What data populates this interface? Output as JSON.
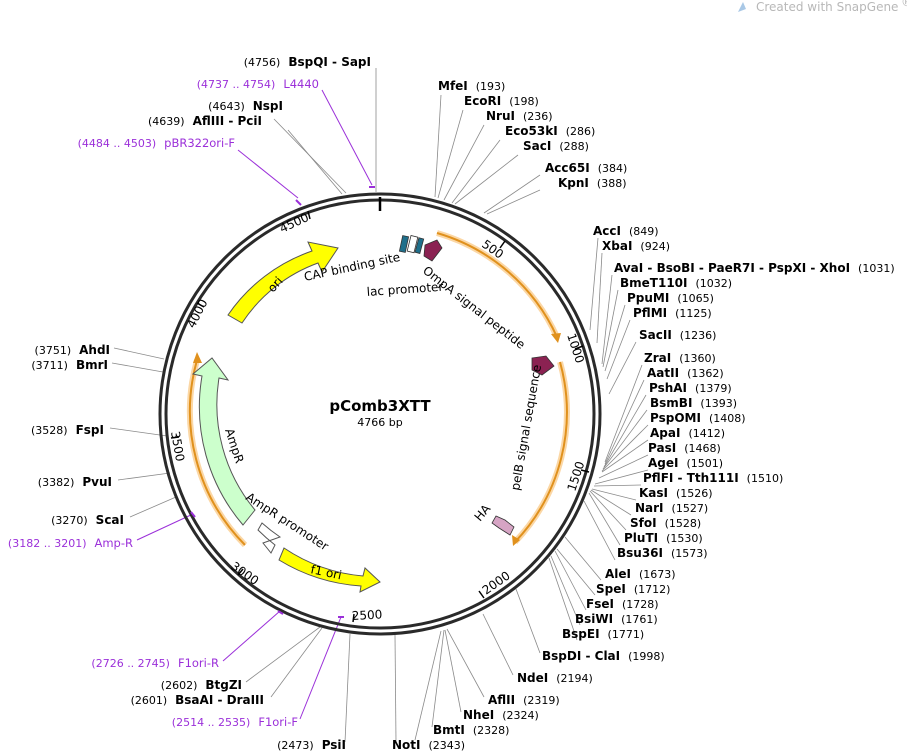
{
  "brand": {
    "text": "Created with SnapGene",
    "reg": "®",
    "accent": "#a9c8e6"
  },
  "plasmid": {
    "name": "pComb3XTT",
    "length_label": "4766 bp",
    "length": 4766
  },
  "ticks": [
    "500",
    "1000",
    "1500",
    "2000",
    "2500",
    "3000",
    "3500",
    "4000",
    "4500"
  ],
  "features": [
    {
      "name": "ori",
      "color": "#ffff00"
    },
    {
      "name": "AmpR",
      "color": "#ccffcc"
    },
    {
      "name": "AmpR promoter",
      "color": "#ffffff"
    },
    {
      "name": "f1 ori",
      "color": "#ffff00"
    },
    {
      "name": "CAP binding site",
      "color": "#1f6f8b"
    },
    {
      "name": "lac promoter",
      "color": "#ffffff"
    },
    {
      "name": "OmpA signal peptide",
      "color": "#8b2252"
    },
    {
      "name": "pelB signal sequence",
      "color": "#8b2252"
    },
    {
      "name": "HA",
      "color": "#d6a4c4"
    }
  ],
  "sites": [
    {
      "name": "MfeI",
      "pos": "(193)"
    },
    {
      "name": "EcoRI",
      "pos": "(198)"
    },
    {
      "name": "NruI",
      "pos": "(236)"
    },
    {
      "name": "Eco53kI",
      "pos": "(286)"
    },
    {
      "name": "SacI",
      "pos": "(288)"
    },
    {
      "name": "Acc65I",
      "pos": "(384)"
    },
    {
      "name": "KpnI",
      "pos": "(388)"
    },
    {
      "name": "AccI",
      "pos": "(849)"
    },
    {
      "name": "XbaI",
      "pos": "(924)"
    },
    {
      "name": "AvaI  - BsoBI - PaeR7I - PspXI - XhoI",
      "pos": "(1031)"
    },
    {
      "name": "BmeT110I",
      "pos": "(1032)"
    },
    {
      "name": "PpuMI",
      "pos": "(1065)"
    },
    {
      "name": "PflMI",
      "pos": "(1125)"
    },
    {
      "name": "SacII",
      "pos": "(1236)"
    },
    {
      "name": "ZraI",
      "pos": "(1360)"
    },
    {
      "name": "AatII",
      "pos": "(1362)"
    },
    {
      "name": "PshAI",
      "pos": "(1379)"
    },
    {
      "name": "BsmBI",
      "pos": "(1393)"
    },
    {
      "name": "PspOMI",
      "pos": "(1408)"
    },
    {
      "name": "ApaI",
      "pos": "(1412)"
    },
    {
      "name": "PasI",
      "pos": "(1468)"
    },
    {
      "name": "AgeI",
      "pos": "(1501)"
    },
    {
      "name": "PflFI - Tth111I",
      "pos": "(1510)"
    },
    {
      "name": "KasI",
      "pos": "(1526)"
    },
    {
      "name": "NarI",
      "pos": "(1527)"
    },
    {
      "name": "SfoI",
      "pos": "(1528)"
    },
    {
      "name": "PluTI",
      "pos": "(1530)"
    },
    {
      "name": "Bsu36I",
      "pos": "(1573)"
    },
    {
      "name": "AleI",
      "pos": "(1673)"
    },
    {
      "name": "SpeI",
      "pos": "(1712)"
    },
    {
      "name": "FseI",
      "pos": "(1728)"
    },
    {
      "name": "BsiWI",
      "pos": "(1761)"
    },
    {
      "name": "BspEI",
      "pos": "(1771)"
    },
    {
      "name": "BspDI - ClaI",
      "pos": "(1998)"
    },
    {
      "name": "NdeI",
      "pos": "(2194)"
    },
    {
      "name": "AflII",
      "pos": "(2319)"
    },
    {
      "name": "NheI",
      "pos": "(2324)"
    },
    {
      "name": "BmtI",
      "pos": "(2328)"
    },
    {
      "name": "NotI",
      "pos": "(2343)"
    },
    {
      "name": "PsiI",
      "pos": "(2473)"
    },
    {
      "name": "BsaAI - DraIII",
      "pos": "(2601)"
    },
    {
      "name": "BtgZI",
      "pos": "(2602)"
    },
    {
      "name": "ScaI",
      "pos": "(3270)"
    },
    {
      "name": "PvuI",
      "pos": "(3382)"
    },
    {
      "name": "FspI",
      "pos": "(3528)"
    },
    {
      "name": "BmrI",
      "pos": "(3711)"
    },
    {
      "name": "AhdI",
      "pos": "(3751)"
    },
    {
      "name": "AflIII - PciI",
      "pos": "(4639)"
    },
    {
      "name": "NspI",
      "pos": "(4643)"
    },
    {
      "name": "BspQI  - SapI",
      "pos": "(4756)"
    }
  ],
  "primers": [
    {
      "name": "L4440",
      "range": "(4737 .. 4754)"
    },
    {
      "name": "pBR322ori-F",
      "range": "(4484 .. 4503)"
    },
    {
      "name": "Amp-R",
      "range": "(3182 .. 3201)"
    },
    {
      "name": "F1ori-R",
      "range": "(2726 .. 2745)"
    },
    {
      "name": "F1ori-F",
      "range": "(2514 .. 2535)"
    }
  ]
}
